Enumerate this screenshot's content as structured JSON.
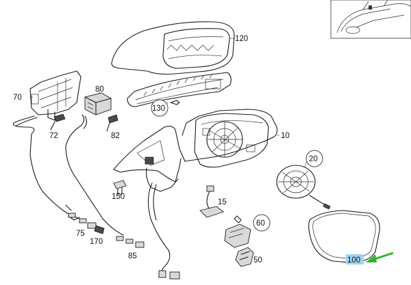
{
  "parts": [
    {
      "id": "120",
      "label": "120"
    },
    {
      "id": "80",
      "label": "80"
    },
    {
      "id": "70",
      "label": "70"
    },
    {
      "id": "130",
      "label": "130"
    },
    {
      "id": "72",
      "label": "72"
    },
    {
      "id": "82",
      "label": "82"
    },
    {
      "id": "10",
      "label": "10"
    },
    {
      "id": "20",
      "label": "20"
    },
    {
      "id": "150",
      "label": "150"
    },
    {
      "id": "15",
      "label": "15"
    },
    {
      "id": "60",
      "label": "60"
    },
    {
      "id": "75",
      "label": "75"
    },
    {
      "id": "170",
      "label": "170"
    },
    {
      "id": "85",
      "label": "85"
    },
    {
      "id": "50",
      "label": "50"
    },
    {
      "id": "100",
      "label": "100"
    }
  ],
  "highlight": {
    "part": "100",
    "box_color": "#9fd3f0",
    "arrow_color": "#2fb52f"
  }
}
